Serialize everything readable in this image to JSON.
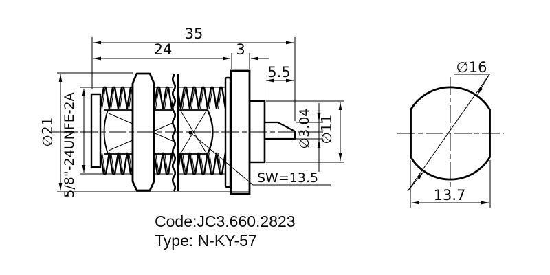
{
  "drawing": {
    "title_block": {
      "code": "Code:JC3.660.2823",
      "type": "Type: N-KY-57"
    },
    "side_view": {
      "dim_total_length": "35",
      "dim_thread_length": "24",
      "dim_flange_width": "3",
      "dim_pin_length": "5.5",
      "dim_nut_diameter": "∅21",
      "thread_spec": "5/8\"-24UNFE-2A",
      "dim_pin_diameter": "∅3.04",
      "dim_rear_diameter": "∅11",
      "wrench_size": "SW=13.5"
    },
    "end_view": {
      "dim_diameter": "∅16",
      "dim_across_flats": "13.7"
    },
    "colors": {
      "line": "#000000",
      "background": "#ffffff"
    }
  }
}
